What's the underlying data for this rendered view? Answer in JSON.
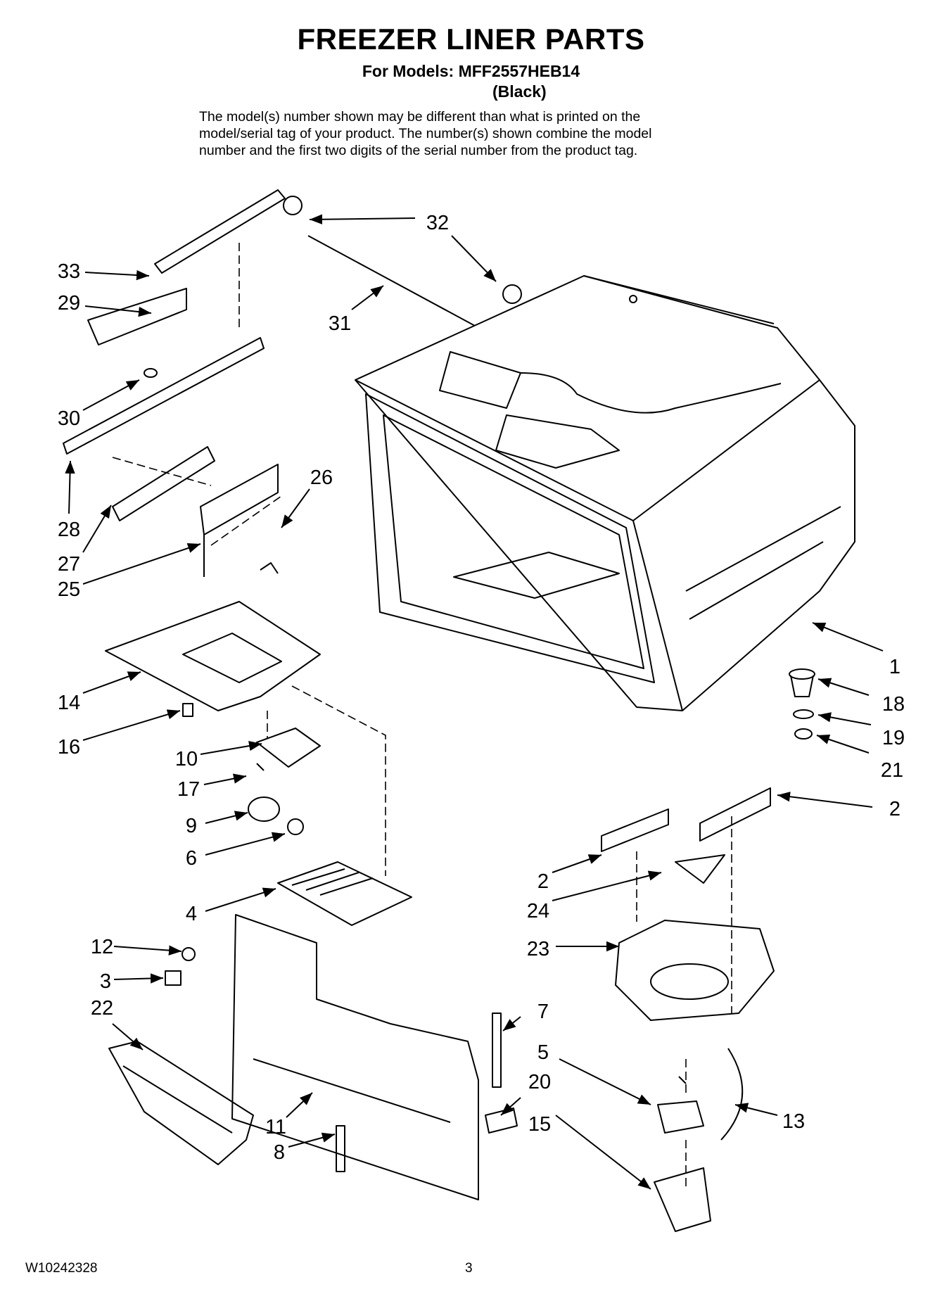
{
  "header": {
    "title": "FREEZER LINER PARTS",
    "models_line": "For Models: MFF2557HEB14",
    "color": "(Black)",
    "note_lines": [
      "The model(s) number shown may be different than what is printed on the",
      "model/serial tag of your product. The number(s) shown combine the model",
      "number and the first two digits of the serial number from the product tag."
    ]
  },
  "callouts": [
    "1",
    "2",
    "2",
    "3",
    "4",
    "5",
    "6",
    "7",
    "8",
    "9",
    "10",
    "11",
    "12",
    "13",
    "14",
    "15",
    "16",
    "17",
    "18",
    "19",
    "20",
    "21",
    "22",
    "23",
    "24",
    "25",
    "26",
    "27",
    "28",
    "29",
    "30",
    "31",
    "32",
    "33"
  ],
  "footer": {
    "doc_number": "W10242328",
    "page_number": "3"
  }
}
